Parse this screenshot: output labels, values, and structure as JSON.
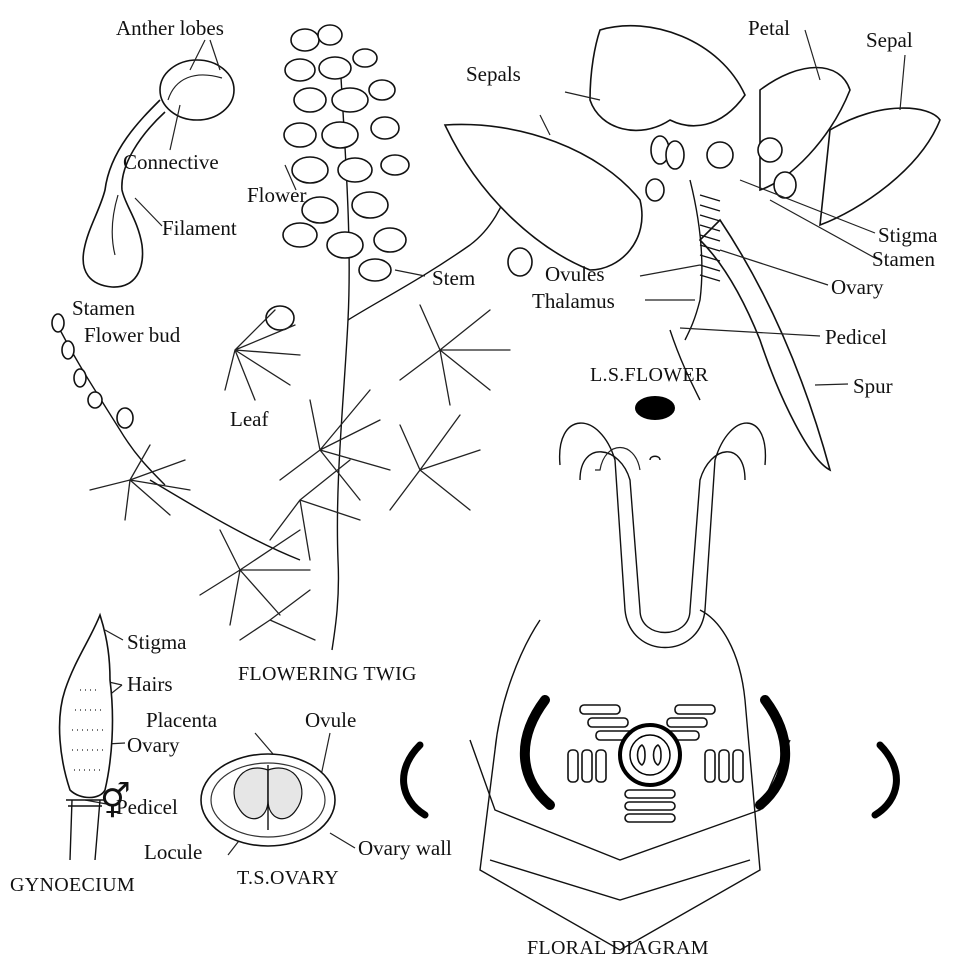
{
  "labels": {
    "anther_lobes": "Anther lobes",
    "connective": "Connective",
    "filament": "Filament",
    "flower": "Flower",
    "stem": "Stem",
    "stamen_twig": "Stamen",
    "flower_bud": "Flower bud",
    "leaf": "Leaf",
    "petal": "Petal",
    "sepal": "Sepal",
    "sepals": "Sepals",
    "stigma_flower": "Stigma",
    "stamen_flower": "Stamen",
    "ovules": "Ovules",
    "ovary_flower": "Ovary",
    "thalamus": "Thalamus",
    "pedicel_flower": "Pedicel",
    "spur": "Spur",
    "stigma_gyn": "Stigma",
    "hairs": "Hairs",
    "ovary_gyn": "Ovary",
    "pedicel_gyn": "Pedicel",
    "placenta": "Placenta",
    "ovule": "Ovule",
    "locule": "Locule",
    "ovary_wall": "Ovary wall"
  },
  "captions": {
    "flowering_twig": "FLOWERING TWIG",
    "ls_flower": "L.S.FLOWER",
    "gynoecium": "GYNOECIUM",
    "ts_ovary": "T.S.OVARY",
    "floral_diagram": "FLORAL DIAGRAM"
  },
  "symbols": {
    "bisexual": "⚥"
  }
}
